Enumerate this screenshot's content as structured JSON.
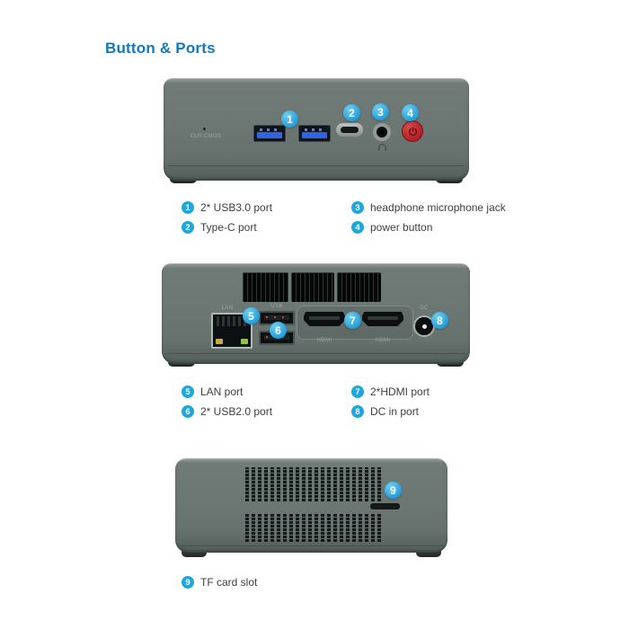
{
  "title": "Button & Ports",
  "colors": {
    "title_blue": "#1577BD",
    "callout_cyan": "#1EA7DD",
    "chassis_gray": "#6C7773",
    "power_red": "#B02026",
    "usb3_blue": "#2F66E0"
  },
  "front_panel": {
    "clr_cmos_label": "CLR CMOS",
    "callouts": [
      {
        "num": "1",
        "target": "usb3-ports"
      },
      {
        "num": "2",
        "target": "type-c-port"
      },
      {
        "num": "3",
        "target": "headphone-jack"
      },
      {
        "num": "4",
        "target": "power-button"
      }
    ]
  },
  "rear_panel": {
    "lan_label": "LAN",
    "usb_label": "USB",
    "hdmi1_label": "HDMI",
    "hdmi2_label": "HDMI",
    "dc_label": "DC",
    "callouts": [
      {
        "num": "5",
        "target": "lan-port"
      },
      {
        "num": "6",
        "target": "usb2-ports"
      },
      {
        "num": "7",
        "target": "hdmi-ports"
      },
      {
        "num": "8",
        "target": "dc-jack"
      }
    ]
  },
  "bottom_panel": {
    "callouts": [
      {
        "num": "9",
        "target": "tf-card-slot"
      }
    ]
  },
  "legends": [
    {
      "items": [
        {
          "num": "1",
          "label": "2* USB3.0 port"
        },
        {
          "num": "2",
          "label": "Type-C port"
        },
        {
          "num": "3",
          "label": "headphone microphone jack"
        },
        {
          "num": "4",
          "label": "power button"
        }
      ]
    },
    {
      "items": [
        {
          "num": "5",
          "label": "LAN port"
        },
        {
          "num": "6",
          "label": "2* USB2.0 port"
        },
        {
          "num": "7",
          "label": "2*HDMI port"
        },
        {
          "num": "8",
          "label": "DC in port"
        }
      ]
    },
    {
      "items": [
        {
          "num": "9",
          "label": "TF card slot"
        }
      ]
    }
  ]
}
